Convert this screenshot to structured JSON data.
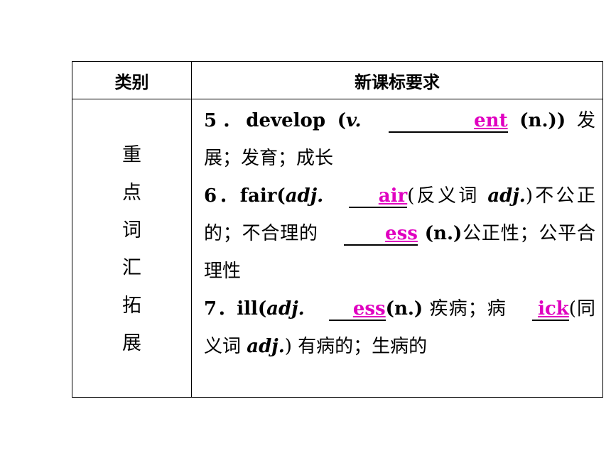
{
  "table": {
    "headers": [
      "类别",
      "新课标要求"
    ],
    "category_chars": [
      "重",
      "点",
      "词",
      "汇",
      "拓",
      "展"
    ],
    "items": [
      {
        "num": "5",
        "word": "develop",
        "pos": "v.",
        "answer": "ent",
        "after_blank": " (n.)",
        "meaning": " 发展；发育；成长"
      },
      {
        "num": "6",
        "word": "fair",
        "pos": "adj.",
        "answer1": "air",
        "mid1": "(反义词 ",
        "mid1_pos": "adj.",
        "mid1_end": ")不公正的；不合理的",
        "answer2": "ess",
        "after2": " (n.)",
        "meaning2": "公正性；公平合理性"
      },
      {
        "num": "7",
        "word": "ill",
        "pos": "adj.",
        "answer1": "ess",
        "after1": "(n.)",
        "meaning1": " 疾病；病",
        "answer2": "ick",
        "after2": "(同义词 ",
        "after2_pos": "adj.",
        "meaning2": ") 有病的；生病的"
      }
    ]
  }
}
